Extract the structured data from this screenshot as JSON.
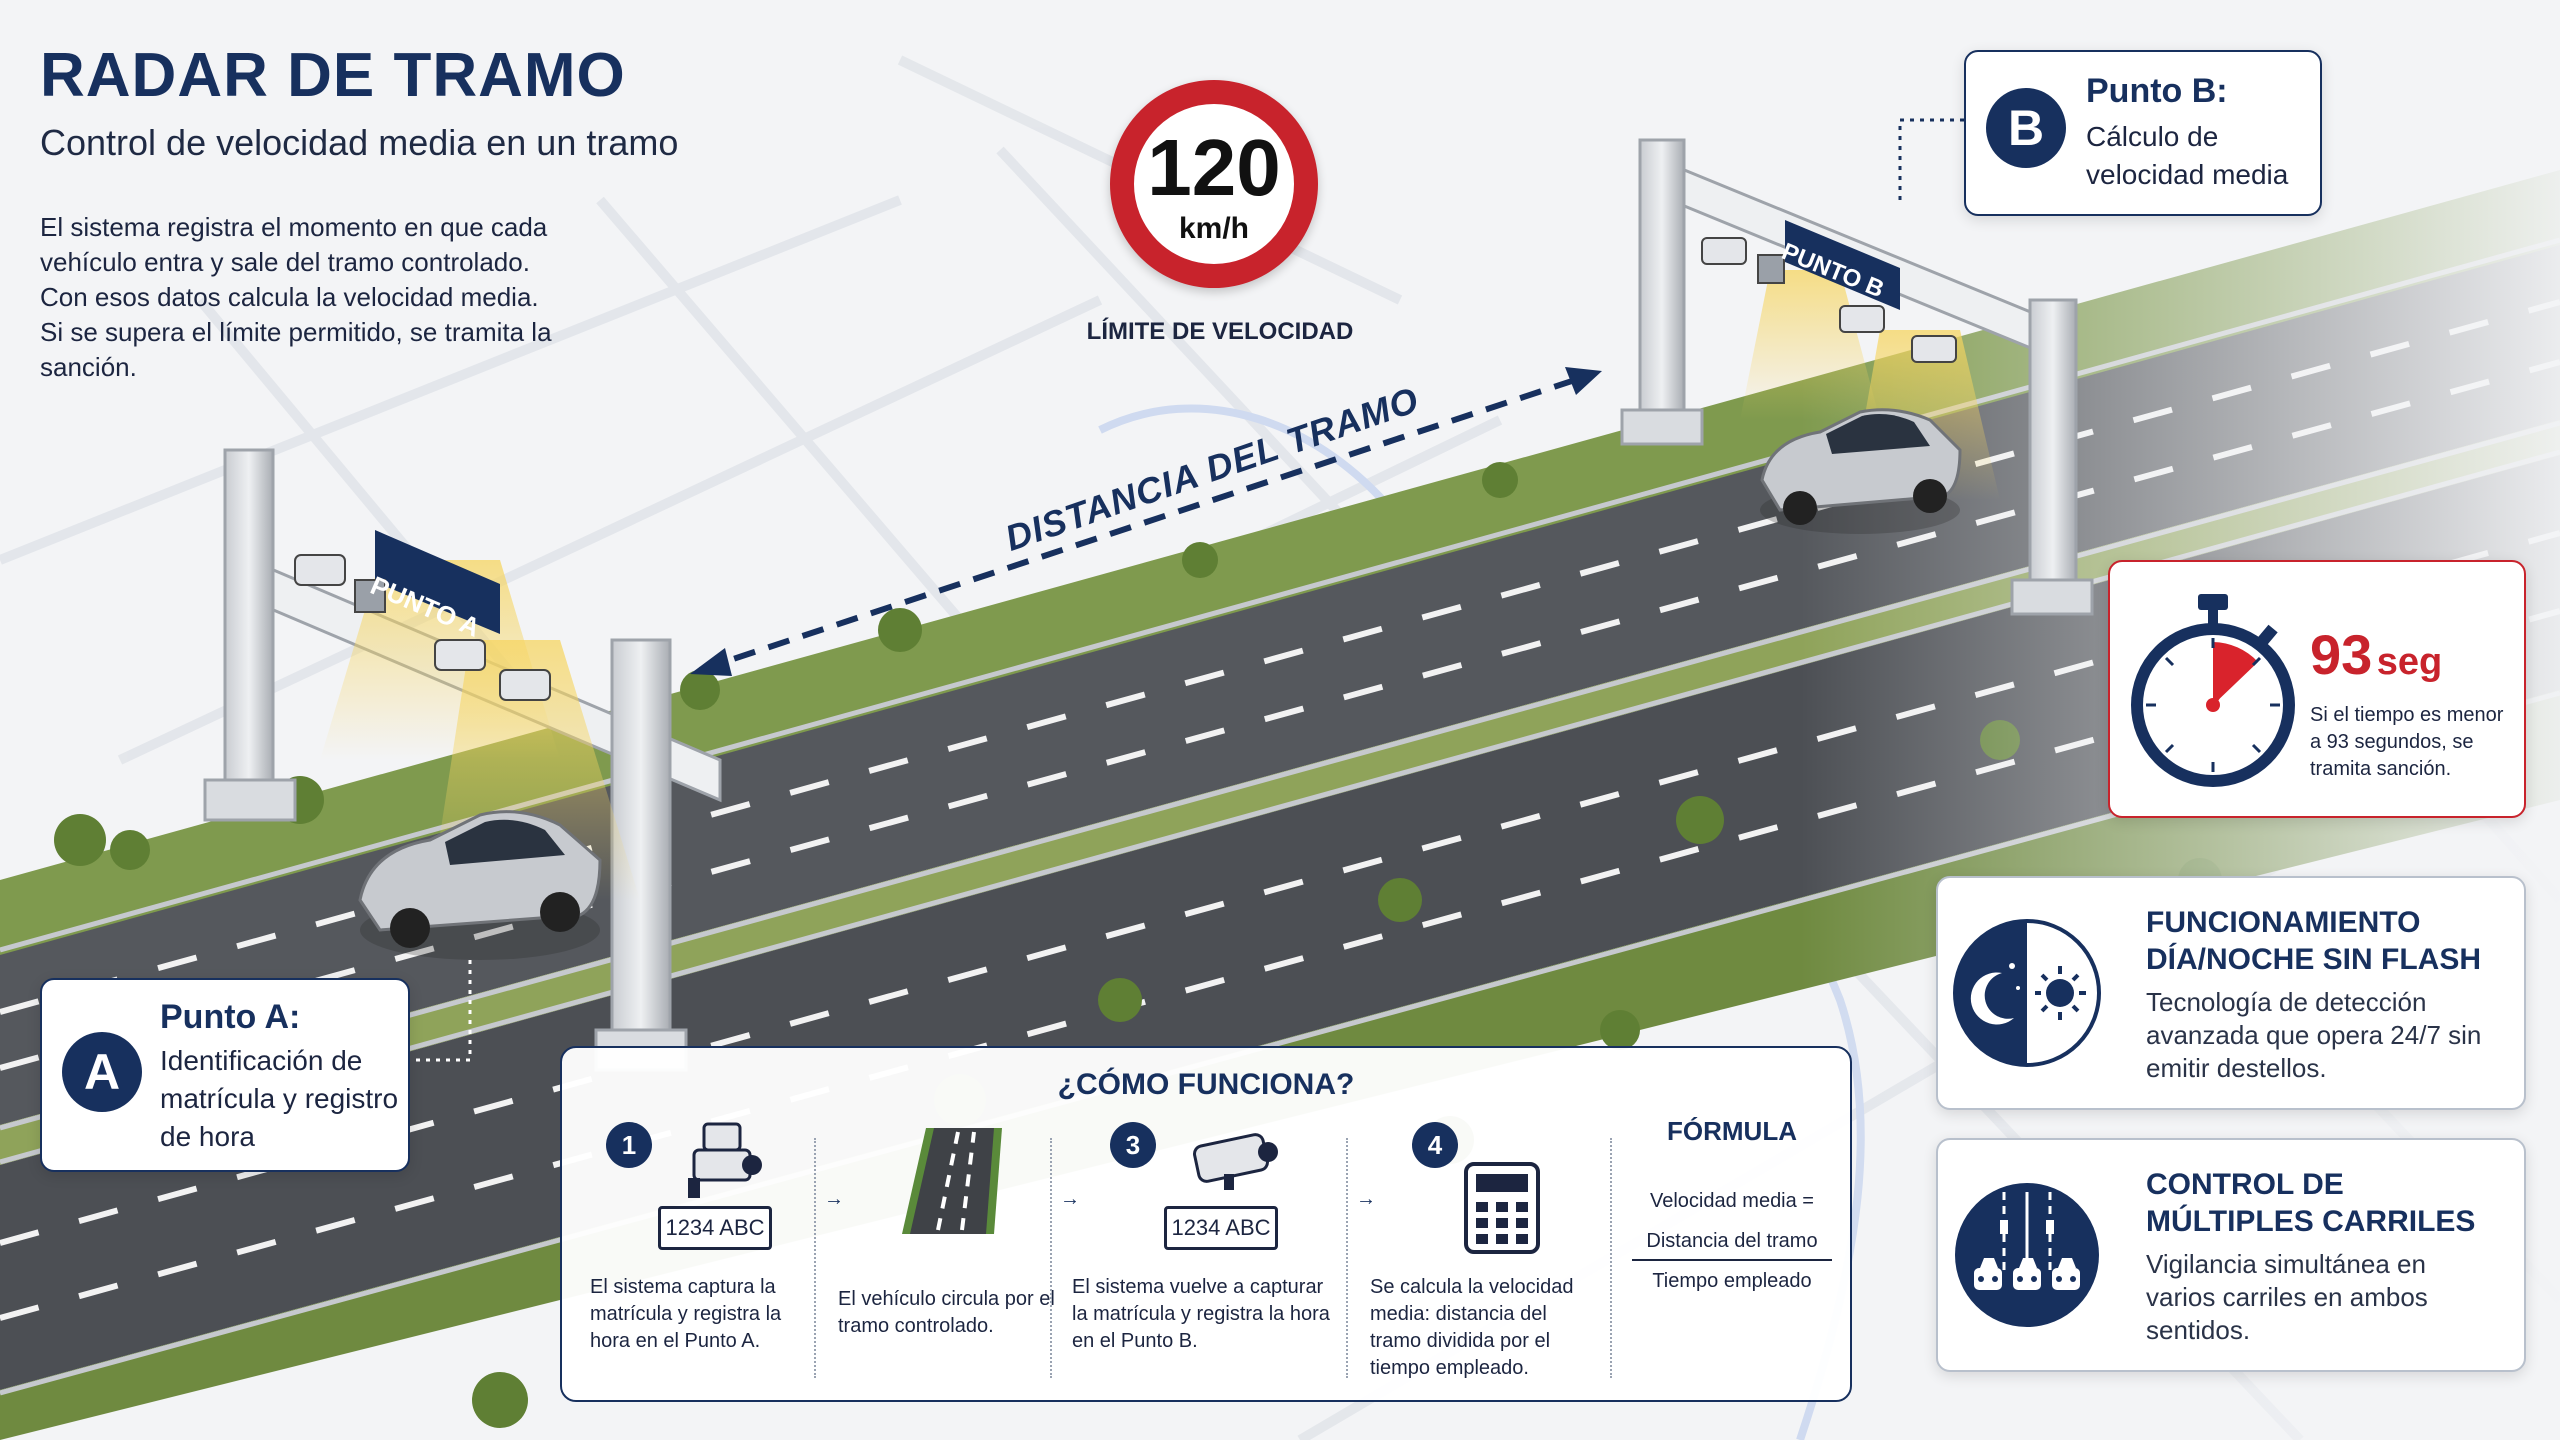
{
  "header": {
    "title": "RADAR DE TRAMO",
    "subtitle": "Control de velocidad media en un tramo",
    "description": "El sistema registra el momento en que cada vehículo entra y sale del tramo controlado. Con esos datos calcula la velocidad media. Si se supera el límite permitido, se tramita la sanción."
  },
  "speed_sign": {
    "value": "120",
    "unit": "km/h",
    "label": "LÍMITE DE VELOCIDAD"
  },
  "road": {
    "distance_label": "DISTANCIA DEL TRAMO",
    "gantry_a_label": "PUNTO A",
    "gantry_b_label": "PUNTO B"
  },
  "point_a": {
    "badge": "A",
    "title": "Punto A:",
    "text": "Identificación de matrícula y registro de hora"
  },
  "point_b": {
    "badge": "B",
    "title": "Punto B:",
    "text": "Cálculo de velocidad media"
  },
  "timer": {
    "value": "93",
    "unit": "seg",
    "text": "Si el tiempo es menor a 93 segundos, se tramita sanción."
  },
  "how_it_works": {
    "title": "¿CÓMO FUNCIONA?",
    "steps": [
      {
        "number": "1",
        "plate": "1234 ABC",
        "text": "El sistema captura la matrícula y registra la hora en el Punto A."
      },
      {
        "number": "",
        "plate": "",
        "text": "El vehículo circula por el tramo controlado."
      },
      {
        "number": "3",
        "plate": "1234 ABC",
        "text": "El sistema vuelve a capturar la matrícula y registra la hora en el Punto B."
      },
      {
        "number": "4",
        "plate": "",
        "text": "Se calcula la velocidad media: distancia del tramo dividida por el tiempo empleado."
      }
    ],
    "formula": {
      "title": "FÓRMULA",
      "lhs": "Velocidad media =",
      "numerator": "Distancia del tramo",
      "denominator": "Tiempo empleado"
    }
  },
  "features": [
    {
      "title": "FUNCIONAMIENTO DÍA/NOCHE SIN FLASH",
      "text": "Tecnología de detección avanzada que opera 24/7 sin emitir destellos.",
      "icon": "day-night-icon"
    },
    {
      "title": "CONTROL DE MÚLTIPLES CARRILES",
      "text": "Vigilancia simultánea en varios carriles en ambos sentidos.",
      "icon": "multi-lane-icon"
    }
  ],
  "colors": {
    "navy": "#17305e",
    "red": "#c8232c",
    "road": "#4a4d52",
    "grass": "#6d8a3e"
  }
}
